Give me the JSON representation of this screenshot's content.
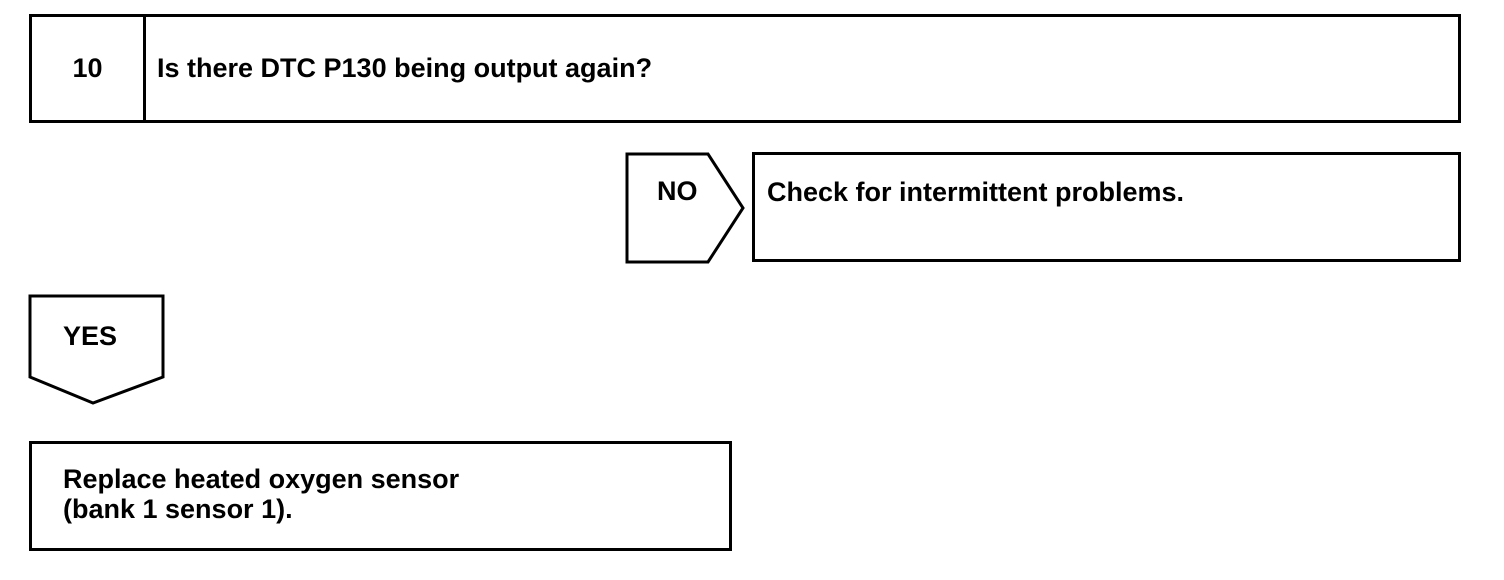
{
  "step": {
    "number": "10",
    "question": "Is there DTC P130 being output again?"
  },
  "branches": {
    "no": {
      "label": "NO",
      "result": "Check for intermittent problems."
    },
    "yes": {
      "label": "YES",
      "result_lines": [
        "Replace heated oxygen sensor",
        "(bank 1 sensor 1)."
      ]
    }
  }
}
